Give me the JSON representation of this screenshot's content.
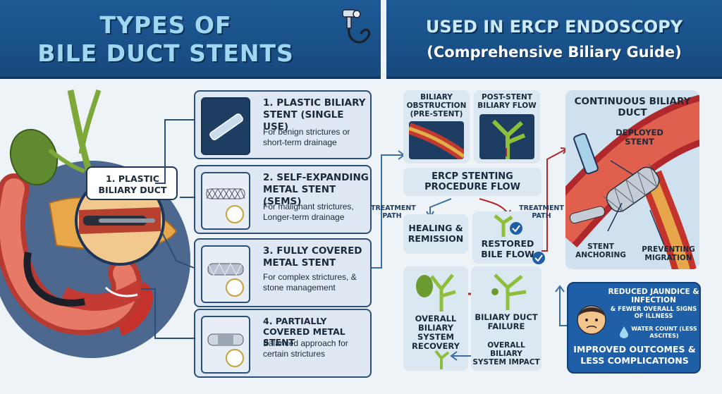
{
  "header_left": {
    "line1": "TYPES OF",
    "line2": "BILE DUCT STENTS"
  },
  "header_right": {
    "line1": "USED IN ERCP ENDOSCOPY",
    "line2": "(Comprehensive Biliary Guide)"
  },
  "anatomy": {
    "callout": "1. PLASTIC BILIARY DUCT"
  },
  "stents": [
    {
      "title": "1. PLASTIC BILIARY STENT (SINGLE USE)",
      "desc": "For benign strictures or short-term drainage"
    },
    {
      "title": "2. SELF-EXPANDING METAL STENT (SEMS)",
      "desc": "For malignant strictures, Longer-term drainage"
    },
    {
      "title": "3. FULLY COVERED METAL STENT",
      "desc": "For complex strictures, & stone management"
    },
    {
      "title": "4. PARTIALLY COVERED METAL STENT",
      "desc": "Balanced approach for certain strictures"
    }
  ],
  "treatment_label": "TREATMENT PATH",
  "flow": {
    "pre": "BILIARY OBSTRUCTION (PRE-STENT)",
    "post": "POST-STENT BILIARY FLOW",
    "procedure": "ERCP STENTING PROCEDURE FLOW",
    "healing": "HEALING & REMISSION",
    "restored": "RESTORED BILE FLOW",
    "recovery": "OVERALL BILIARY SYSTEM RECOVERY",
    "failure": "BILIARY DUCT FAILURE",
    "impact": "OVERALL BILIARY SYSTEM IMPACT"
  },
  "duct_panel": {
    "title": "CONTINUOUS BILIARY DUCT",
    "deployed": "DEPLOYED STENT",
    "anchoring": "STENT ANCHORING",
    "migration": "PREVENTING MIGRATION"
  },
  "outcomes": {
    "line1": "REDUCED JAUNDICE & INFECTION",
    "line2": "& FEWER OVERALL SIGNS OF ILLNESS",
    "line3": "WATER COUNT (LESS ASCITES)",
    "footer": "IMPROVED OUTCOMES & LESS COMPLICATIONS"
  },
  "colors": {
    "header": "#1e5a96",
    "card": "#dfe8f2",
    "accent": "#9fd8f0",
    "arrow_red": "#b0282c",
    "arrow_blue": "#3a6ea5"
  }
}
